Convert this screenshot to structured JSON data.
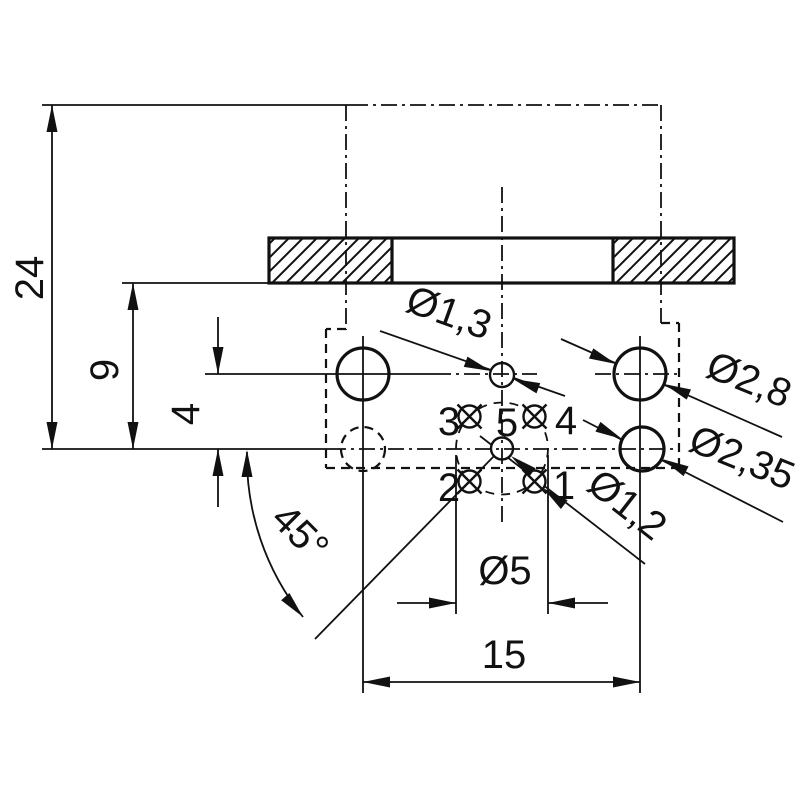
{
  "drawing": {
    "dim_overall": "24",
    "dim_flange_offset": "9",
    "dim_row_gap": "4",
    "dim_angle": "45°",
    "dia_locating_hole": "Ø1,3",
    "dia_hole_top": "Ø2,8",
    "dia_hole_bottom": "Ø2,35",
    "dia_pin": "Ø1,2",
    "dia_pin_circle": "Ø5",
    "dim_hole_spacing": "15",
    "pin_labels": {
      "p1": "1",
      "p2": "2",
      "p3": "3",
      "p4": "4",
      "p5": "5"
    }
  }
}
